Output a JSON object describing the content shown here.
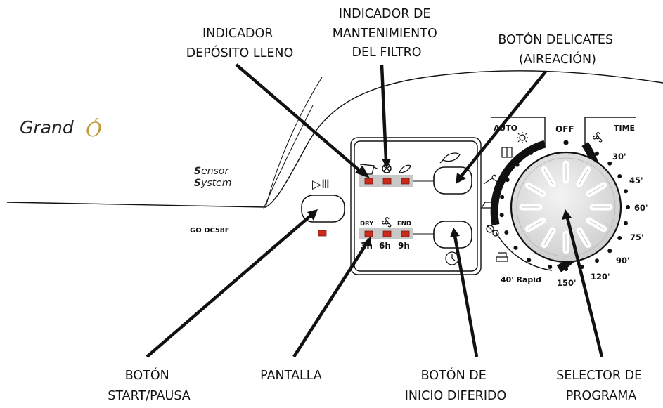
{
  "callouts": {
    "filter_indicator": [
      "INDICADOR DE",
      "MANTENIMIENTO",
      "DEL FILTRO"
    ],
    "tank_indicator": [
      "INDICADOR",
      "DEPÓSITO LLENO"
    ],
    "delicates_button": [
      "BOTÓN DELICATES",
      "(AIREACIÓN)"
    ],
    "start_pause_button": [
      "BOTÓN",
      "START/PAUSA"
    ],
    "display": [
      "PANTALLA"
    ],
    "delay_start_button": [
      "BOTÓN DE",
      "INICIO DIFERIDO"
    ],
    "program_selector": [
      "SELECTOR DE",
      "PROGRAMA"
    ]
  },
  "panel": {
    "brand": "Grand",
    "brand_mark": "Ó",
    "sensor_line1_initial": "S",
    "sensor_line1_rest": "ensor",
    "sensor_line2_initial": "S",
    "sensor_line2_rest": "ystem",
    "model": "GO DC58F",
    "start_symbol": "▷Ⅲ",
    "timer_labels": [
      "DRY",
      "END"
    ],
    "timer_values": [
      "3h",
      "6h",
      "9h"
    ]
  },
  "dial": {
    "off_label": "OFF",
    "auto_label": "AUTO",
    "time_label": "TIME",
    "time_marks": [
      "30'",
      "45'",
      "60'",
      "75'",
      "90'",
      "120'",
      "150'"
    ],
    "rapid_label": "40' Rapid"
  },
  "colors": {
    "led": "#cc2a1a",
    "led_border": "#7a1a10",
    "strip": "#c8c8c8",
    "dial_face": "#e0e0e0"
  }
}
